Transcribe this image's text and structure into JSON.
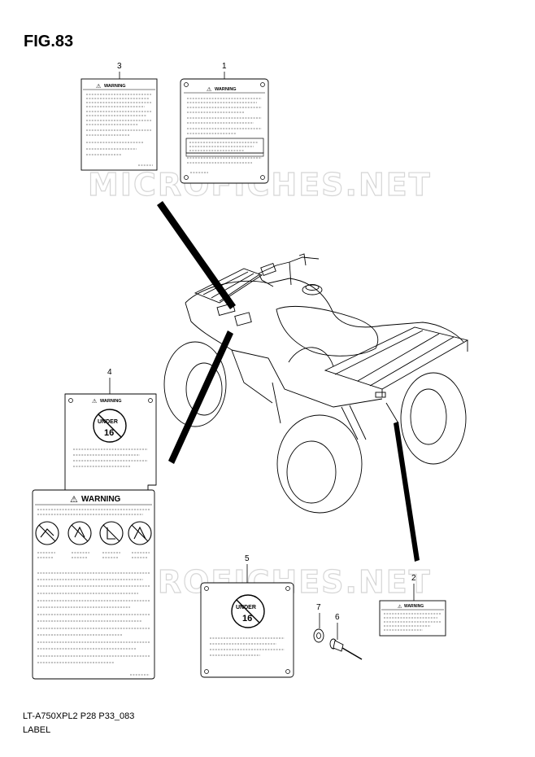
{
  "figure": {
    "title": "FIG.83",
    "code": "LT-A750XPL2 P28 P33_083",
    "name": "LABEL"
  },
  "watermark": "MICROFICHES.NET",
  "warning_word": "WARNING",
  "under16": {
    "top": "UNDER",
    "age": "16"
  },
  "callouts": [
    "1",
    "2",
    "3",
    "4",
    "5",
    "6",
    "7"
  ]
}
